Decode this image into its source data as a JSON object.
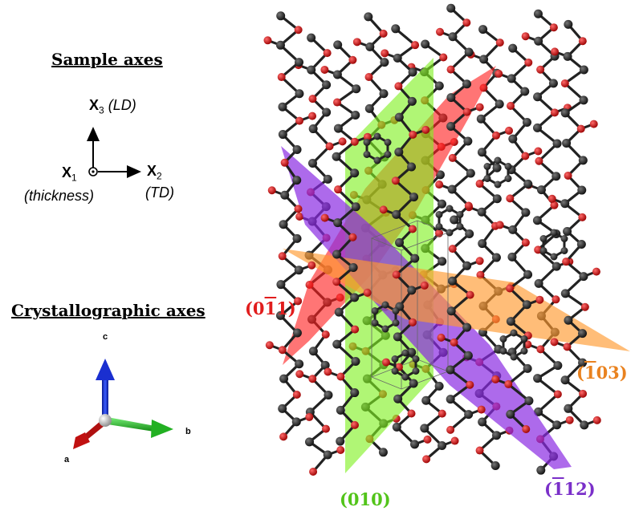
{
  "sample_axes": {
    "heading": "Sample axes",
    "x3": {
      "base": "X",
      "sub": "3",
      "note": "(LD)"
    },
    "x1": {
      "base": "X",
      "sub": "1",
      "note": "(thickness)"
    },
    "x2": {
      "base": "X",
      "sub": "2",
      "note": "(TD)"
    }
  },
  "crystal_axes": {
    "heading": "Crystallographic axes",
    "c": "c",
    "b": "b",
    "a": "a"
  },
  "planes": [
    {
      "key": "p011",
      "parts": [
        "(0",
        "1",
        "1)"
      ],
      "color": "#e11d1d"
    },
    {
      "key": "p103",
      "parts": [
        "(",
        "1",
        "03)"
      ],
      "color": "#e9821f"
    },
    {
      "key": "p010",
      "parts": [
        "(010)"
      ],
      "color": "#52c41a"
    },
    {
      "key": "p112",
      "parts": [
        "(",
        "1",
        "12)"
      ],
      "color": "#7a2fc9"
    }
  ],
  "colors": {
    "red_plane": "#ff3030",
    "orange_plane": "#ff9a30",
    "green_plane": "#88f030",
    "purple_plane": "#8a2be2",
    "atom_c": "#1a1a1a",
    "atom_o": "#d40000",
    "axis_c": "#1a2fd0",
    "axis_b": "#22b022",
    "axis_a": "#c01010"
  }
}
